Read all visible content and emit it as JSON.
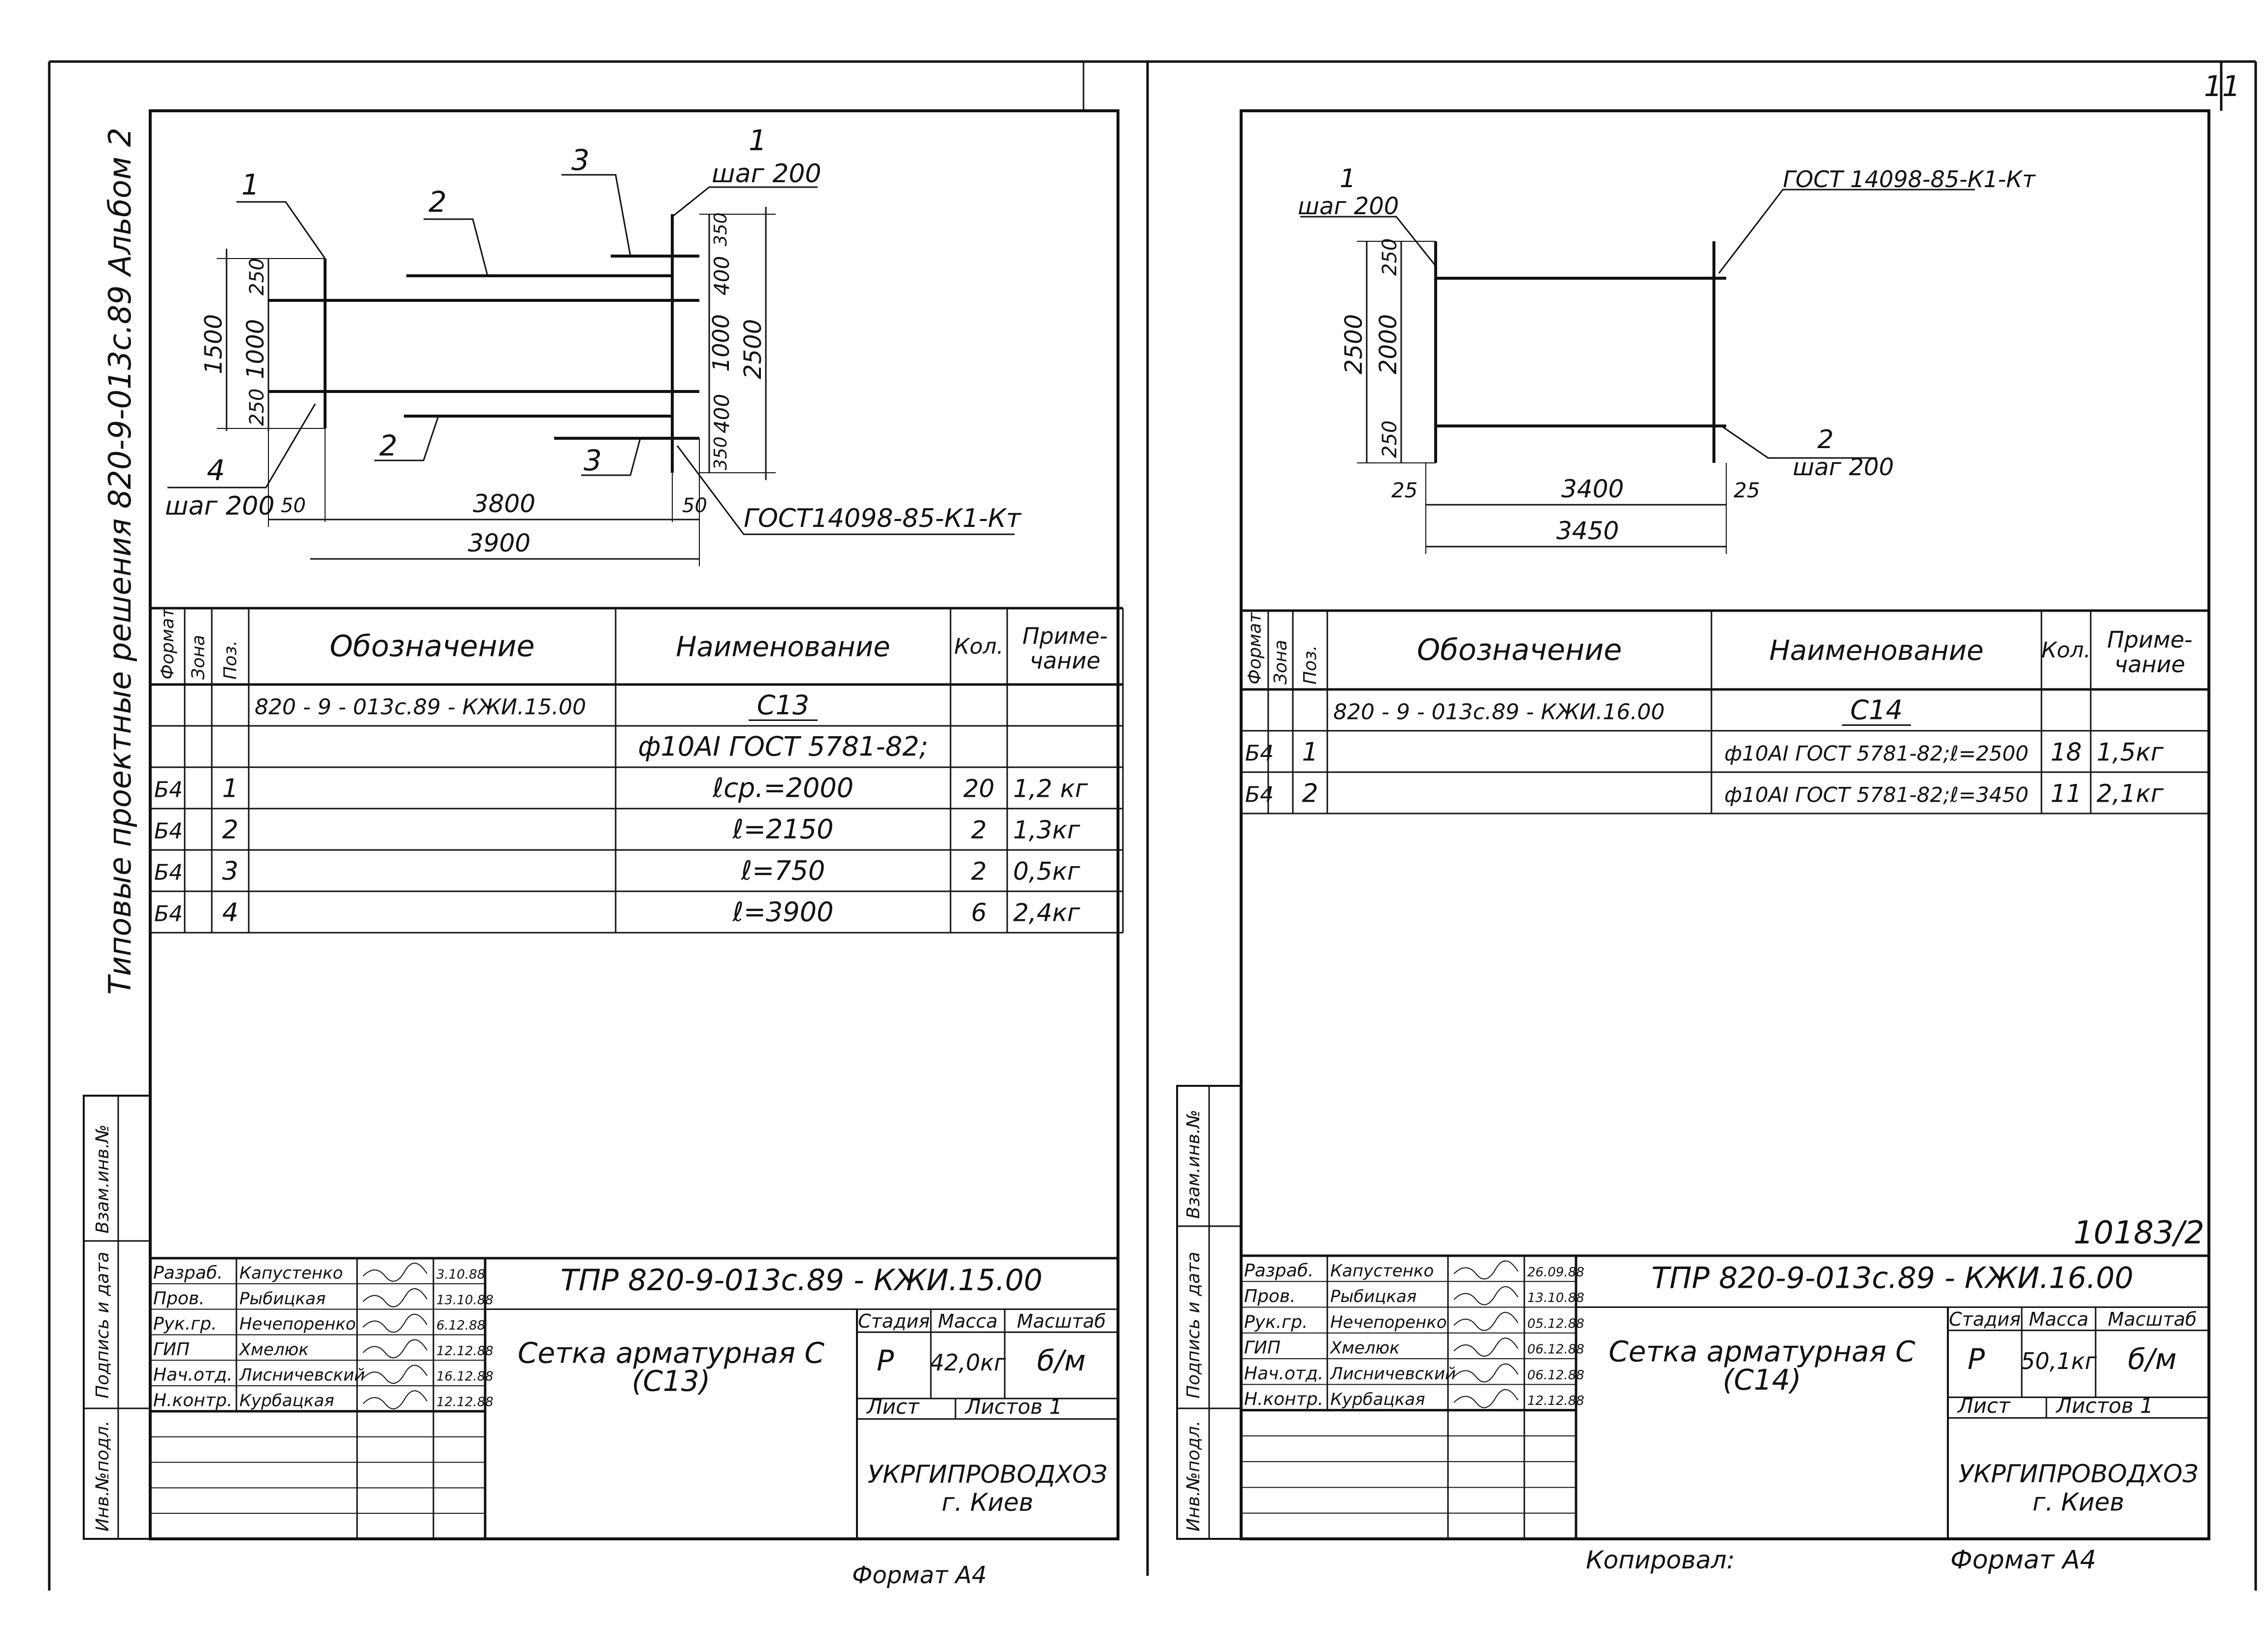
{
  "side_title": "Типовые проектные решения 820-9-013с.89 Альбом 2",
  "page_number": "11",
  "side_stamp": [
    "Инв.№подл.",
    "Подпись и дата",
    "Взам.инв.№"
  ],
  "left_sheet": {
    "drawing": {
      "labels": {
        "p1a": "1",
        "p1b": "1",
        "p2a": "2",
        "p2b": "2",
        "p3a": "3",
        "p3b": "3",
        "p4": "4"
      },
      "step_top": "шаг 200",
      "step_bottom": "шаг 200",
      "dims": {
        "d1500": "1500",
        "d250a": "250",
        "d1000": "1000",
        "d250b": "250",
        "d350a": "350",
        "d400a": "400",
        "d1000r": "1000",
        "d400b": "400",
        "d350b": "350",
        "d2500": "2500",
        "d50a": "50",
        "d50b": "50",
        "d3800": "3800",
        "d3900": "3900"
      },
      "weld_note": "ГОСТ14098-85-К1-Кт"
    },
    "spec": {
      "headers": {
        "format": "Формат",
        "zone": "Зона",
        "pos": "Поз.",
        "designation": "Обозначение",
        "name": "Наименование",
        "qty": "Кол.",
        "note": "Приме-чание"
      },
      "rows": [
        {
          "format": "",
          "zone": "",
          "pos": "",
          "designation": "820 - 9 - 013с.89 - КЖИ.15.00",
          "name": "С13",
          "qty": "",
          "note": ""
        },
        {
          "format": "",
          "zone": "",
          "pos": "",
          "designation": "",
          "name": "ф10АI ГОСТ 5781-82;",
          "qty": "",
          "note": ""
        },
        {
          "format": "Б4",
          "zone": "",
          "pos": "1",
          "designation": "",
          "name": "ℓср.=2000",
          "qty": "20",
          "note": "1,2 кг"
        },
        {
          "format": "Б4",
          "zone": "",
          "pos": "2",
          "designation": "",
          "name": "ℓ=2150",
          "qty": "2",
          "note": "1,3кг"
        },
        {
          "format": "Б4",
          "zone": "",
          "pos": "3",
          "designation": "",
          "name": "ℓ=750",
          "qty": "2",
          "note": "0,5кг"
        },
        {
          "format": "Б4",
          "zone": "",
          "pos": "4",
          "designation": "",
          "name": "ℓ=3900",
          "qty": "6",
          "note": "2,4кг"
        }
      ]
    },
    "title_block": {
      "roles": [
        {
          "role": "Разраб.",
          "name": "Капустенко",
          "date": "3.10.88"
        },
        {
          "role": "Пров.",
          "name": "Рыбицкая",
          "date": "13.10.88"
        },
        {
          "role": "Рук.гр.",
          "name": "Нечепоренко",
          "date": "6.12.88"
        },
        {
          "role": "ГИП",
          "name": "Хмелюк",
          "date": "12.12.88"
        },
        {
          "role": "Нач.отд.",
          "name": "Лисничевский",
          "date": "16.12.88"
        },
        {
          "role": "Н.контр.",
          "name": "Курбацкая",
          "date": "12.12.88"
        }
      ],
      "doc_code": "ТПР 820-9-013с.89 - КЖИ.15.00",
      "title": "Сетка арматурная С",
      "subtitle": "(С13)",
      "stage_label": "Стадия",
      "mass_label": "Масса",
      "scale_label": "Масштаб",
      "stage": "Р",
      "mass": "42,0кг",
      "scale": "б/м",
      "sheet_label": "Лист",
      "sheets_label": "Листов 1",
      "org": "УКРГИПРОВОДХОЗ",
      "city": "г. Киев"
    },
    "format_note": "Формат А4"
  },
  "right_sheet": {
    "drawing": {
      "label_1": "1",
      "step_1": "шаг 200",
      "label_2": "2",
      "step_2": "шаг 200",
      "weld_note": "ГОСТ 14098-85-К1-Кт",
      "dims": {
        "d2500": "2500",
        "d250a": "250",
        "d2000": "2000",
        "d250b": "250",
        "d25a": "25",
        "d3400": "3400",
        "d25b": "25",
        "d3450": "3450"
      }
    },
    "spec": {
      "headers": {
        "format": "Формат",
        "zone": "Зона",
        "pos": "Поз.",
        "designation": "Обозначение",
        "name": "Наименование",
        "qty": "Кол.",
        "note": "Приме-чание"
      },
      "rows": [
        {
          "format": "",
          "zone": "",
          "pos": "",
          "designation": "820 - 9 - 013с.89 - КЖИ.16.00",
          "name": "С14",
          "qty": "",
          "note": ""
        },
        {
          "format": "Б4",
          "zone": "",
          "pos": "1",
          "designation": "",
          "name": "ф10АI ГОСТ 5781-82;ℓ=2500",
          "qty": "18",
          "note": "1,5кг"
        },
        {
          "format": "Б4",
          "zone": "",
          "pos": "2",
          "designation": "",
          "name": "ф10АI ГОСТ 5781-82;ℓ=3450",
          "qty": "11",
          "note": "2,1кг"
        }
      ]
    },
    "archive_no": "10183/2",
    "title_block": {
      "roles": [
        {
          "role": "Разраб.",
          "name": "Капустенко",
          "date": "26.09.88"
        },
        {
          "role": "Пров.",
          "name": "Рыбицкая",
          "date": "13.10.88"
        },
        {
          "role": "Рук.гр.",
          "name": "Нечепоренко",
          "date": "05.12.88"
        },
        {
          "role": "ГИП",
          "name": "Хмелюк",
          "date": "06.12.88"
        },
        {
          "role": "Нач.отд.",
          "name": "Лисничевский",
          "date": "06.12.88"
        },
        {
          "role": "Н.контр.",
          "name": "Курбацкая",
          "date": "12.12.88"
        }
      ],
      "doc_code": "ТПР 820-9-013с.89 - КЖИ.16.00",
      "title": "Сетка арматурная С",
      "subtitle": "(С14)",
      "stage_label": "Стадия",
      "mass_label": "Масса",
      "scale_label": "Масштаб",
      "stage": "Р",
      "mass": "50,1кг",
      "scale": "б/м",
      "sheet_label": "Лист",
      "sheets_label": "Листов 1",
      "org": "УКРГИПРОВОДХОЗ",
      "city": "г. Киев"
    },
    "copied_by": "Копировал:",
    "format_note": "Формат А4"
  }
}
